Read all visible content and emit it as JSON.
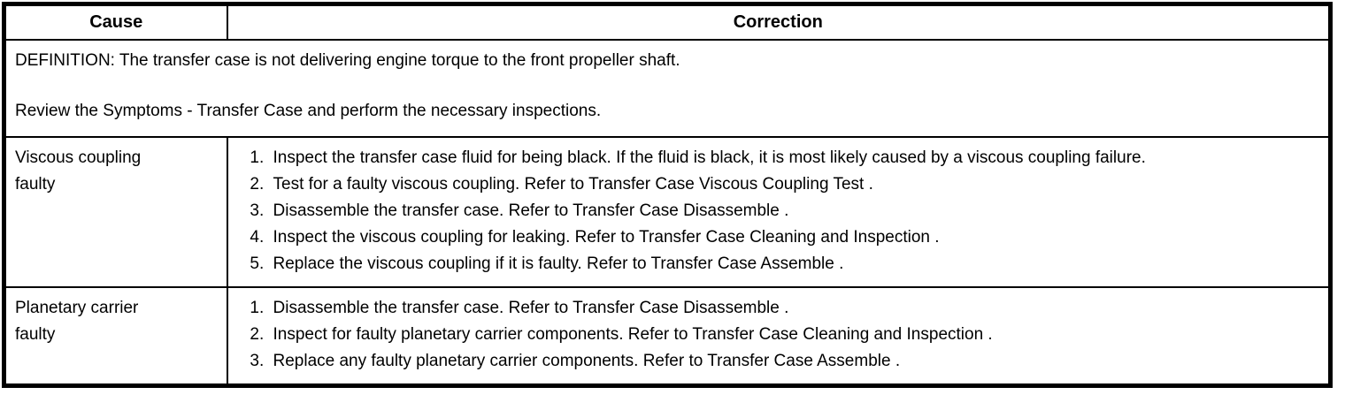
{
  "colors": {
    "border": "#000000",
    "text": "#000000",
    "background": "#ffffff"
  },
  "table": {
    "headers": {
      "cause": "Cause",
      "correction": "Correction"
    },
    "definition_row": {
      "line1": "DEFINITION: The transfer case is not delivering engine torque to the front propeller shaft.",
      "line2": "Review the Symptoms - Transfer Case and perform the necessary inspections."
    },
    "rows": [
      {
        "cause": "Viscous coupling faulty",
        "corrections": [
          "Inspect the transfer case fluid for being black. If the fluid is black, it is most likely caused by a viscous coupling failure.",
          "Test for a faulty viscous coupling. Refer to Transfer Case Viscous Coupling Test .",
          "Disassemble the transfer case. Refer to Transfer Case Disassemble .",
          "Inspect the viscous coupling for leaking. Refer to Transfer Case Cleaning and Inspection .",
          "Replace the viscous coupling if it is faulty. Refer to Transfer Case Assemble ."
        ]
      },
      {
        "cause": "Planetary carrier faulty",
        "corrections": [
          "Disassemble the transfer case. Refer to Transfer Case Disassemble .",
          "Inspect for faulty planetary carrier components. Refer to Transfer Case Cleaning and Inspection .",
          "Replace any faulty planetary carrier components. Refer to Transfer Case Assemble ."
        ]
      }
    ]
  }
}
